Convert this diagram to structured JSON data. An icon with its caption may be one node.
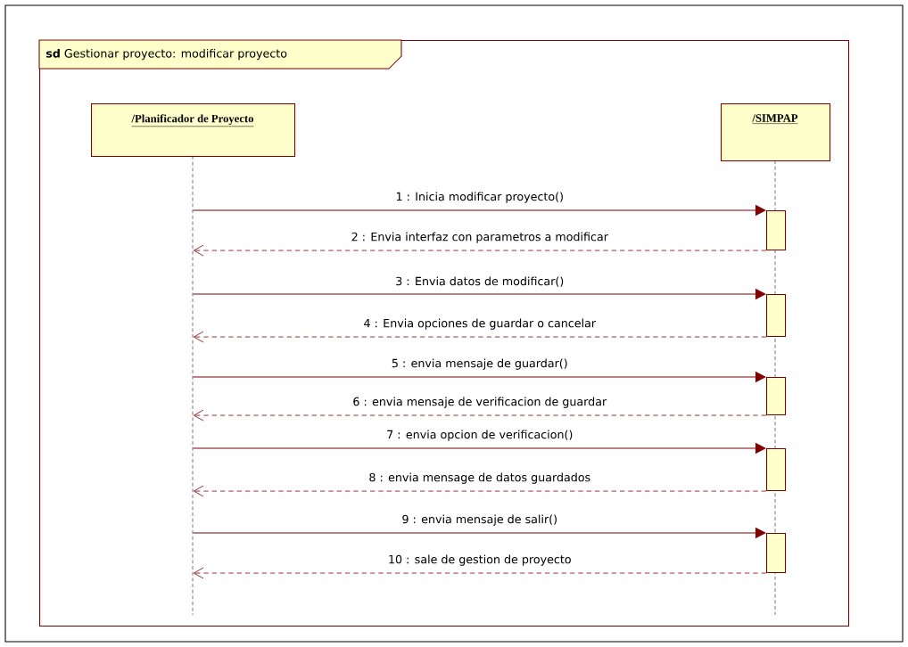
{
  "diagram": {
    "nodes": [
      {
        "text": [
          "**sd** Gestionar proyecto: modificar proyecto"
        ]
      },
      {
        "text": [
          "/Planificador de Proyecto"
        ],
        "in": 0
      },
      {
        "text": [
          "/SIMPAP"
        ],
        "in": 0
      },
      {
        "text": [],
        "shape": "bar",
        "in": 2
      },
      {
        "text": [],
        "shape": "bar",
        "in": 2
      },
      {
        "text": [],
        "shape": "bar",
        "in": 2
      },
      {
        "text": [],
        "shape": "bar",
        "in": 2
      },
      {
        "text": [],
        "shape": "bar",
        "in": 2
      }
    ],
    "edges": [
      {
        "from": 1,
        "to": 3,
        "arrow": "to",
        "label": "1 : Inicia modificar proyecto()"
      },
      {
        "from": 3,
        "to": 1,
        "arrow": "to",
        "style": "dashed",
        "label": "2 : Envia interfaz con parametros a modificar"
      },
      {
        "from": 1,
        "to": 4,
        "arrow": "to",
        "label": "3 : Envia datos de modificar()"
      },
      {
        "from": 4,
        "to": 1,
        "arrow": "to",
        "style": "dashed",
        "label": "4 : Envia opciones de guardar o cancelar"
      },
      {
        "from": 1,
        "to": 5,
        "arrow": "to",
        "label": "5 : envia mensaje de guardar()"
      },
      {
        "from": 5,
        "to": 1,
        "arrow": "to",
        "style": "dashed",
        "label": "6 : envia mensaje de verificacion de guardar"
      },
      {
        "from": 1,
        "to": 6,
        "arrow": "to",
        "label": "7 : envia opcion de verificacion()"
      },
      {
        "from": 6,
        "to": 1,
        "arrow": "to",
        "style": "dashed",
        "label": "8 : envia mensage de datos guardados"
      },
      {
        "from": 1,
        "to": 7,
        "arrow": "to",
        "label": "9 : envia mensaje de salir()"
      },
      {
        "from": 7,
        "to": 1,
        "arrow": "to",
        "style": "dashed",
        "label": "10 : sale de gestion de proyecto"
      }
    ]
  }
}
